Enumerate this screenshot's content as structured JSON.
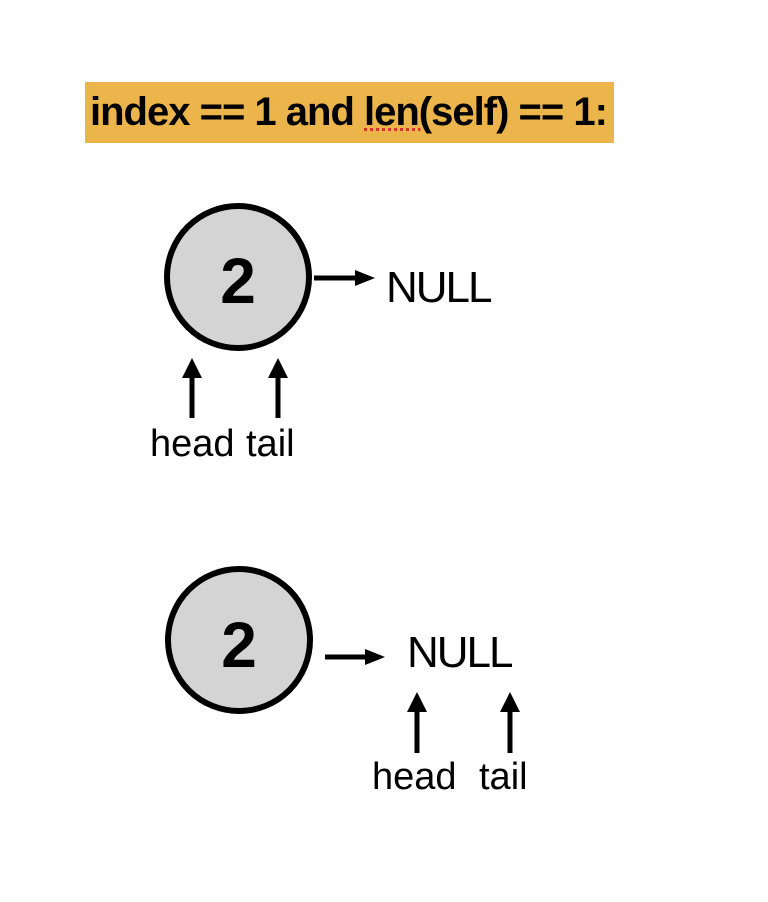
{
  "title": {
    "full_text": "index == 1 and len(self) == 1:",
    "segment_before": "index == 1 and ",
    "segment_misspelled": "len(",
    "segment_after": "self) == 1:"
  },
  "colors": {
    "background": "#ffffff",
    "highlight": "#ecb54b",
    "ink": "#000000",
    "node_fill": "#d4d4d4",
    "squiggle": "#d5342f"
  },
  "diagrams": [
    {
      "id": "list-state-before",
      "node_value": "2",
      "next_label": "NULL",
      "head_label": "head",
      "tail_label": "tail",
      "pointers_point_to": "node"
    },
    {
      "id": "list-state-after",
      "node_value": "2",
      "next_label": "NULL",
      "head_label": "head",
      "tail_label": "tail",
      "pointers_point_to": "NULL"
    }
  ]
}
